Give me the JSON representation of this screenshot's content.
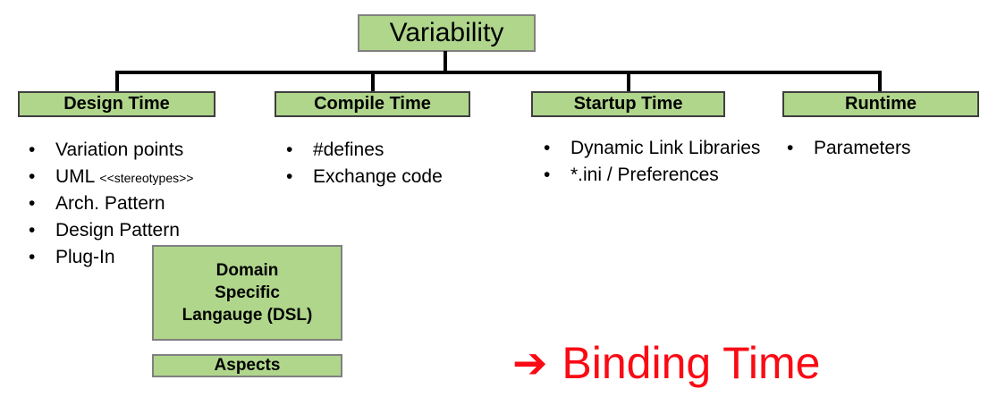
{
  "diagram": {
    "root": {
      "label": "Variability"
    },
    "columns": [
      {
        "header": "Design Time",
        "items": [
          {
            "text": "Variation points"
          },
          {
            "text": "UML",
            "small": "<<stereotypes>>"
          },
          {
            "text": "Arch. Pattern"
          },
          {
            "text": "Design Pattern"
          },
          {
            "text": "Plug-In"
          }
        ]
      },
      {
        "header": "Compile Time",
        "items": [
          {
            "text": "#defines"
          },
          {
            "text": "Exchange code"
          }
        ]
      },
      {
        "header": "Startup Time",
        "items": [
          {
            "text": "Dynamic Link Libraries"
          },
          {
            "text": "*.ini / Preferences"
          }
        ]
      },
      {
        "header": "Runtime",
        "items": [
          {
            "text": "Parameters"
          }
        ]
      }
    ],
    "extra_boxes": {
      "dsl": {
        "line1": "Domain",
        "line2": "Specific",
        "line3": "Langauge (DSL)"
      },
      "aspects": {
        "label": "Aspects"
      }
    },
    "callout": {
      "arrow_icon": "right-arrow-icon",
      "arrow_glyph": "➔",
      "label": "Binding Time"
    },
    "bullet_glyph": "•",
    "colors": {
      "box_fill": "#b0d68c",
      "box_border": "#808080",
      "line": "#000000",
      "callout": "#fa0a14",
      "text": "#000000"
    }
  }
}
